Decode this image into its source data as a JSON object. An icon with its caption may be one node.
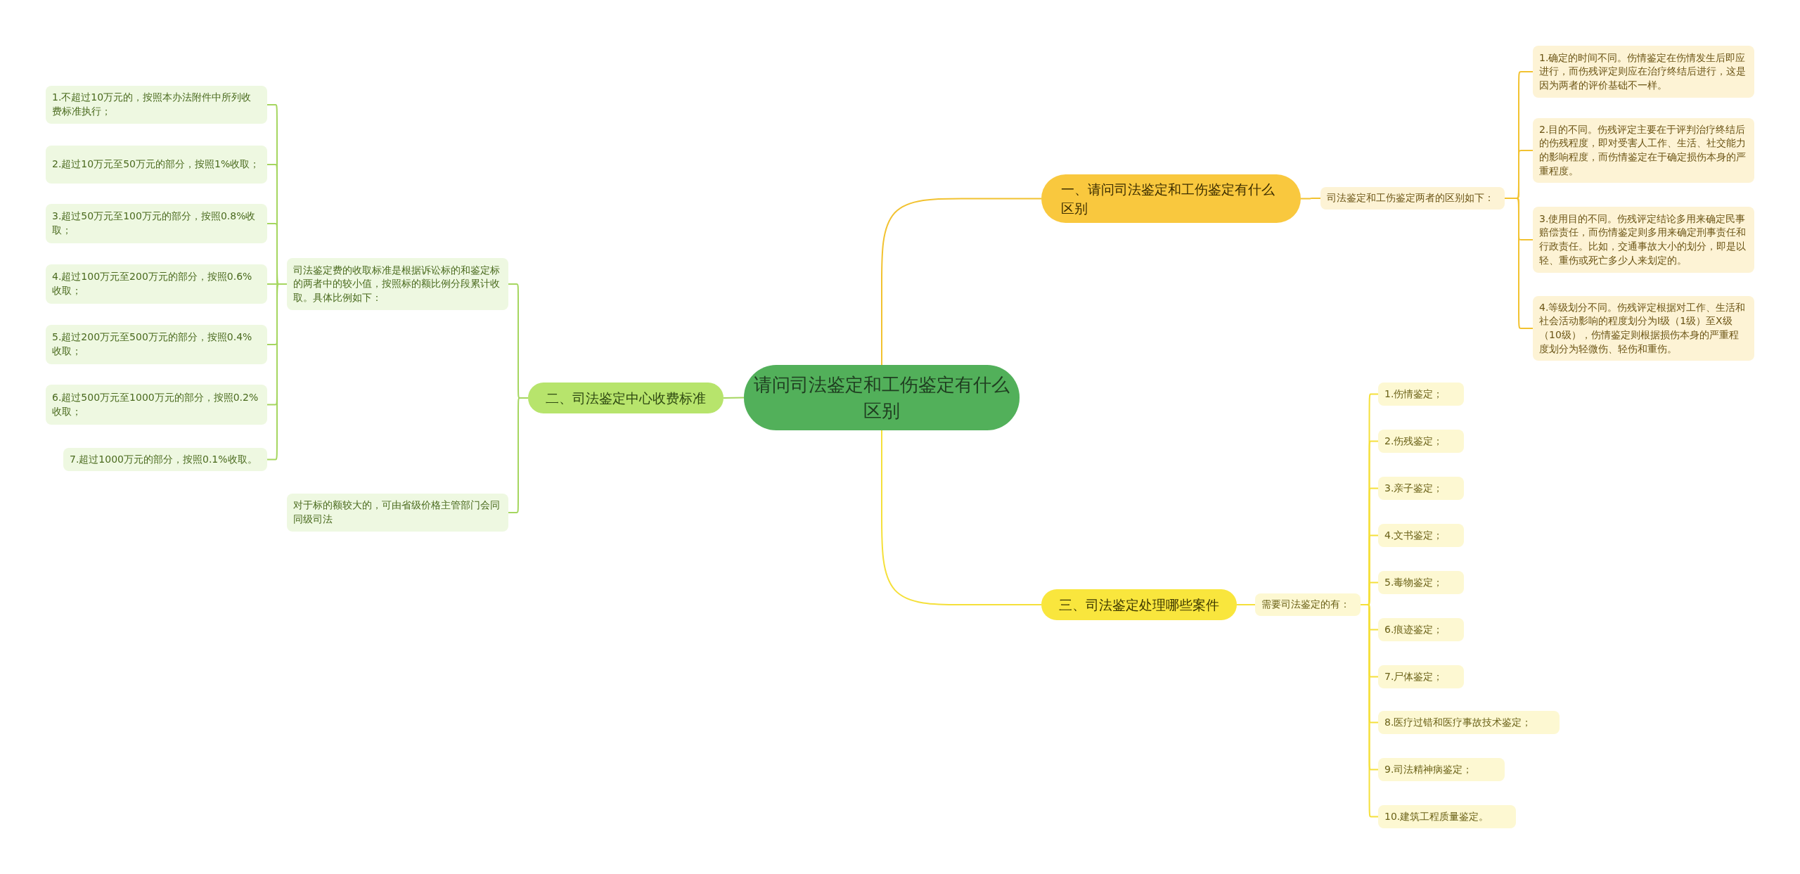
{
  "diagram": {
    "nodes": [
      {
        "text": [
          "请问司法鉴定和工伤鉴定有什么区别"
        ]
      },
      {
        "text": [
          "一、请问司法鉴定和工伤鉴定有什么区别"
        ]
      },
      {
        "text": [
          "司法鉴定和工伤鉴定两者的区别如下："
        ]
      },
      {
        "text": [
          "1.确定的时间不同。伤情鉴定在伤情发生后即应进行，而伤残评定则应在治疗终结后进行，这是因为两者的评价基础不一样。"
        ]
      },
      {
        "text": [
          "2.目的不同。伤残评定主要在于评判治疗终结后的伤残程度，即对受害人工作、生活、社交能力的影响程度，而伤情鉴定在于确定损伤本身的严重程度。"
        ]
      },
      {
        "text": [
          "3.使用目的不同。伤残评定结论多用来确定民事赔偿责任，而伤情鉴定则多用来确定刑事责任和行政责任。比如，交通事故大小的划分，即是以轻、重伤或死亡多少人来划定的。"
        ]
      },
      {
        "text": [
          "4.等级划分不同。伤残评定根据对工作、生活和社会活动影响的程度划分为I级（1级）至X级（10级），伤情鉴定则根据损伤本身的严重程度划分为轻微伤、轻伤和重伤。"
        ]
      },
      {
        "text": [
          "二、司法鉴定中心收费标准"
        ]
      },
      {
        "text": [
          "司法鉴定费的收取标准是根据诉讼标的和鉴定标的两者中的较小值，按照标的额比例分段累计收取。具体比例如下："
        ]
      },
      {
        "text": [
          "1.不超过10万元的，按照本办法附件中所列收费标准执行；"
        ]
      },
      {
        "text": [
          "2.超过10万元至50万元的部分，按照1%收取；"
        ]
      },
      {
        "text": [
          "3.超过50万元至100万元的部分，按照0.8%收取；"
        ]
      },
      {
        "text": [
          "4.超过100万元至200万元的部分，按照0.6%收取；"
        ]
      },
      {
        "text": [
          "5.超过200万元至500万元的部分，按照0.4%收取；"
        ]
      },
      {
        "text": [
          "6.超过500万元至1000万元的部分，按照0.2%收取；"
        ]
      },
      {
        "text": [
          "7.超过1000万元的部分，按照0.1%收取。"
        ]
      },
      {
        "text": [
          "对于标的额较大的，可由省级价格主管部门会同同级司法"
        ]
      },
      {
        "text": [
          "三、司法鉴定处理哪些案件"
        ]
      },
      {
        "text": [
          "需要司法鉴定的有："
        ]
      },
      {
        "text": [
          "1.伤情鉴定；"
        ]
      },
      {
        "text": [
          "2.伤残鉴定；"
        ]
      },
      {
        "text": [
          "3.亲子鉴定；"
        ]
      },
      {
        "text": [
          "4.文书鉴定；"
        ]
      },
      {
        "text": [
          "5.毒物鉴定；"
        ]
      },
      {
        "text": [
          "6.痕迹鉴定；"
        ]
      },
      {
        "text": [
          "7.尸体鉴定；"
        ]
      },
      {
        "text": [
          "8.医疗过错和医疗事故技术鉴定；"
        ]
      },
      {
        "text": [
          "9.司法精神病鉴定；"
        ]
      },
      {
        "text": [
          "10.建筑工程质量鉴定。"
        ]
      }
    ],
    "edges": [
      {
        "from": 0,
        "to": 1,
        "arrow": "none",
        "color": "#f2c230"
      },
      {
        "from": 1,
        "to": 2,
        "arrow": "none",
        "color": "#f2c230"
      },
      {
        "from": 2,
        "to": 3,
        "arrow": "none",
        "color": "#f2c230"
      },
      {
        "from": 2,
        "to": 4,
        "arrow": "none",
        "color": "#f2c230"
      },
      {
        "from": 2,
        "to": 5,
        "arrow": "none",
        "color": "#f2c230"
      },
      {
        "from": 2,
        "to": 6,
        "arrow": "none",
        "color": "#f2c230"
      },
      {
        "from": 0,
        "to": 7,
        "arrow": "none",
        "color": "#a5d65f"
      },
      {
        "from": 7,
        "to": 8,
        "arrow": "none",
        "color": "#a5d65f"
      },
      {
        "from": 8,
        "to": 9,
        "arrow": "none",
        "color": "#a5d65f"
      },
      {
        "from": 8,
        "to": 10,
        "arrow": "none",
        "color": "#a5d65f"
      },
      {
        "from": 8,
        "to": 11,
        "arrow": "none",
        "color": "#a5d65f"
      },
      {
        "from": 8,
        "to": 12,
        "arrow": "none",
        "color": "#a5d65f"
      },
      {
        "from": 8,
        "to": 13,
        "arrow": "none",
        "color": "#a5d65f"
      },
      {
        "from": 8,
        "to": 14,
        "arrow": "none",
        "color": "#a5d65f"
      },
      {
        "from": 8,
        "to": 15,
        "arrow": "none",
        "color": "#a5d65f"
      },
      {
        "from": 7,
        "to": 16,
        "arrow": "none",
        "color": "#a5d65f"
      },
      {
        "from": 0,
        "to": 17,
        "arrow": "none"
      },
      {
        "from": 17,
        "to": 18,
        "arrow": "none"
      },
      {
        "from": 18,
        "to": 19,
        "arrow": "none"
      },
      {
        "from": 18,
        "to": 20,
        "arrow": "none"
      },
      {
        "from": 18,
        "to": 21,
        "arrow": "none"
      },
      {
        "from": 18,
        "to": 22,
        "arrow": "none"
      },
      {
        "from": 18,
        "to": 23,
        "arrow": "none"
      },
      {
        "from": 18,
        "to": 24,
        "arrow": "none"
      },
      {
        "from": 18,
        "to": 25,
        "arrow": "none"
      },
      {
        "from": 18,
        "to": 26,
        "arrow": "none"
      },
      {
        "from": 18,
        "to": 27,
        "arrow": "none"
      },
      {
        "from": 18,
        "to": 28,
        "arrow": "none"
      }
    ]
  }
}
